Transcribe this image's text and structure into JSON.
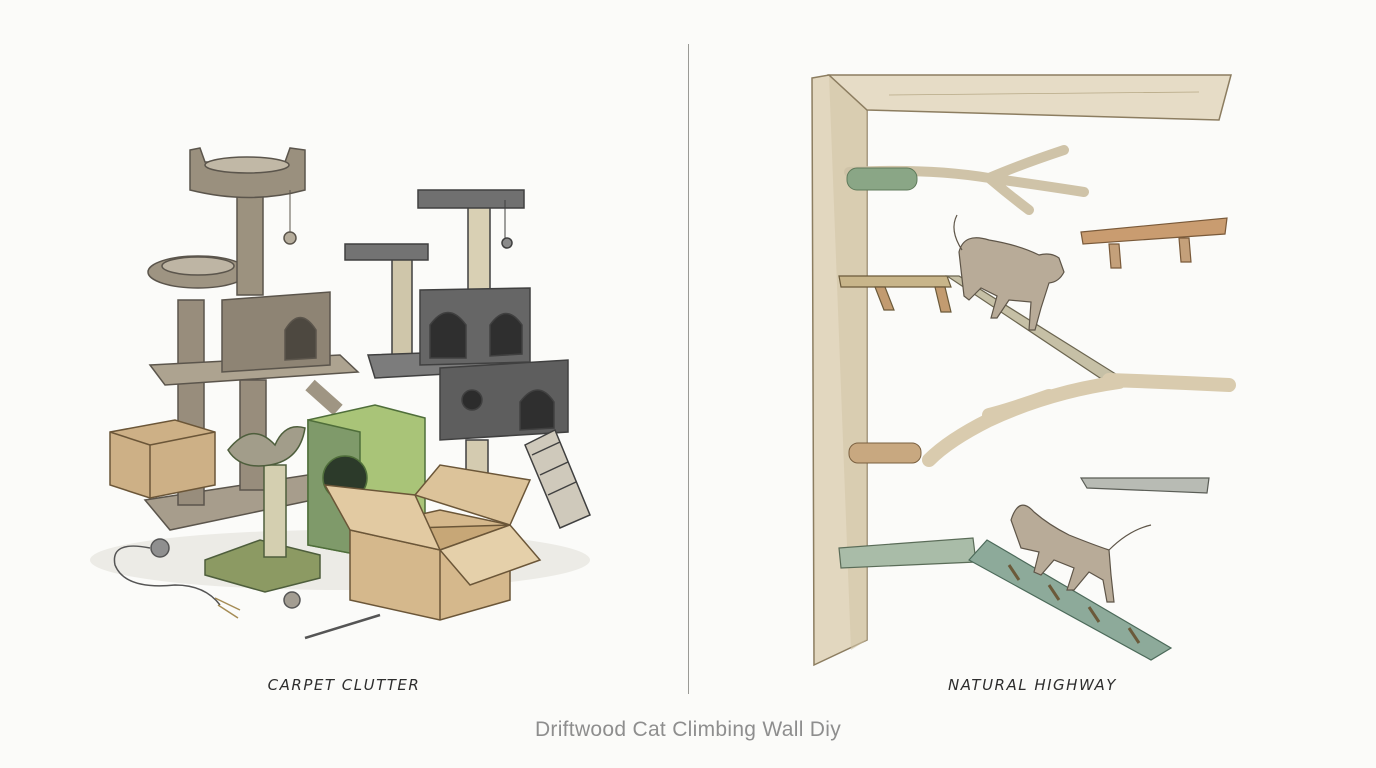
{
  "left_panel": {
    "label": "CARPET CLUTTER"
  },
  "right_panel": {
    "label": "NATURAL HIGHWAY"
  },
  "caption": "Driftwood Cat Climbing Wall Diy",
  "colors": {
    "background": "#fbfbf9",
    "carpet_beige": "#a49a88",
    "carpet_gray": "#6e6e6c",
    "cardboard": "#c9a87c",
    "green_cube": "#98b468",
    "driftwood": "#d8ccb0",
    "cat": "#b7aa98"
  }
}
